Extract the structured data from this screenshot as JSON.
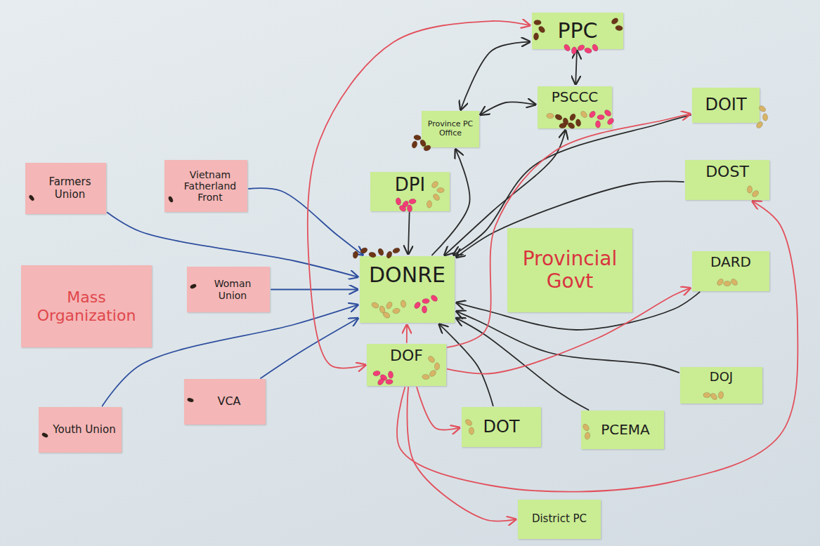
{
  "diagram": {
    "nodes": [
      {
        "text": [
          "PPC"
        ]
      },
      {
        "text": [
          "Province PC Office"
        ]
      },
      {
        "text": [
          "PSCCC"
        ]
      },
      {
        "text": [
          "DOIT"
        ]
      },
      {
        "text": [
          "Farmers Union"
        ]
      },
      {
        "text": [
          "Vietnam Fatherland Front"
        ]
      },
      {
        "text": [
          "DPI"
        ]
      },
      {
        "text": [
          "DOST"
        ]
      },
      {
        "text": [
          "DONRE"
        ]
      },
      {
        "text": [
          "Provincial Govt"
        ]
      },
      {
        "text": [
          "DARD"
        ]
      },
      {
        "text": [
          "Mass Organization"
        ]
      },
      {
        "text": [
          "Woman Union"
        ]
      },
      {
        "text": [
          "DOF"
        ]
      },
      {
        "text": [
          "DOJ"
        ]
      },
      {
        "text": [
          "VCA"
        ]
      },
      {
        "text": [
          "Youth Union"
        ]
      },
      {
        "text": [
          "DOT"
        ]
      },
      {
        "text": [
          "PCEMA"
        ]
      },
      {
        "text": [
          "District PC"
        ]
      }
    ],
    "edges": [
      {
        "from": 4,
        "to": 8,
        "arrow": "to"
      },
      {
        "from": 5,
        "to": 8,
        "arrow": "to"
      },
      {
        "from": 12,
        "to": 8,
        "arrow": "to"
      },
      {
        "from": 16,
        "to": 8,
        "arrow": "to"
      },
      {
        "from": 15,
        "to": 8,
        "arrow": "to"
      },
      {
        "from": 0,
        "to": 2,
        "arrow": "both"
      },
      {
        "from": 1,
        "to": 0,
        "arrow": "both"
      },
      {
        "from": 1,
        "to": 2,
        "arrow": "both"
      },
      {
        "from": 8,
        "to": 1,
        "arrow": "to"
      },
      {
        "from": 8,
        "to": 2,
        "arrow": "both"
      },
      {
        "from": 6,
        "to": 8,
        "arrow": "to"
      },
      {
        "from": 3,
        "to": 8,
        "arrow": "to"
      },
      {
        "from": 7,
        "to": 8,
        "arrow": "to"
      },
      {
        "from": 10,
        "to": 8,
        "arrow": "to"
      },
      {
        "from": 14,
        "to": 8,
        "arrow": "to"
      },
      {
        "from": 18,
        "to": 8,
        "arrow": "to"
      },
      {
        "from": 17,
        "to": 8,
        "arrow": "to"
      },
      {
        "from": 13,
        "to": 8,
        "arrow": "to"
      },
      {
        "from": 13,
        "to": 0,
        "arrow": "both"
      },
      {
        "from": 13,
        "to": 3,
        "arrow": "to"
      },
      {
        "from": 13,
        "to": 10,
        "arrow": "to"
      },
      {
        "from": 13,
        "to": 17,
        "arrow": "to"
      },
      {
        "from": 13,
        "to": 19,
        "arrow": "to"
      },
      {
        "from": 13,
        "to": 7,
        "arrow": "to"
      }
    ]
  }
}
